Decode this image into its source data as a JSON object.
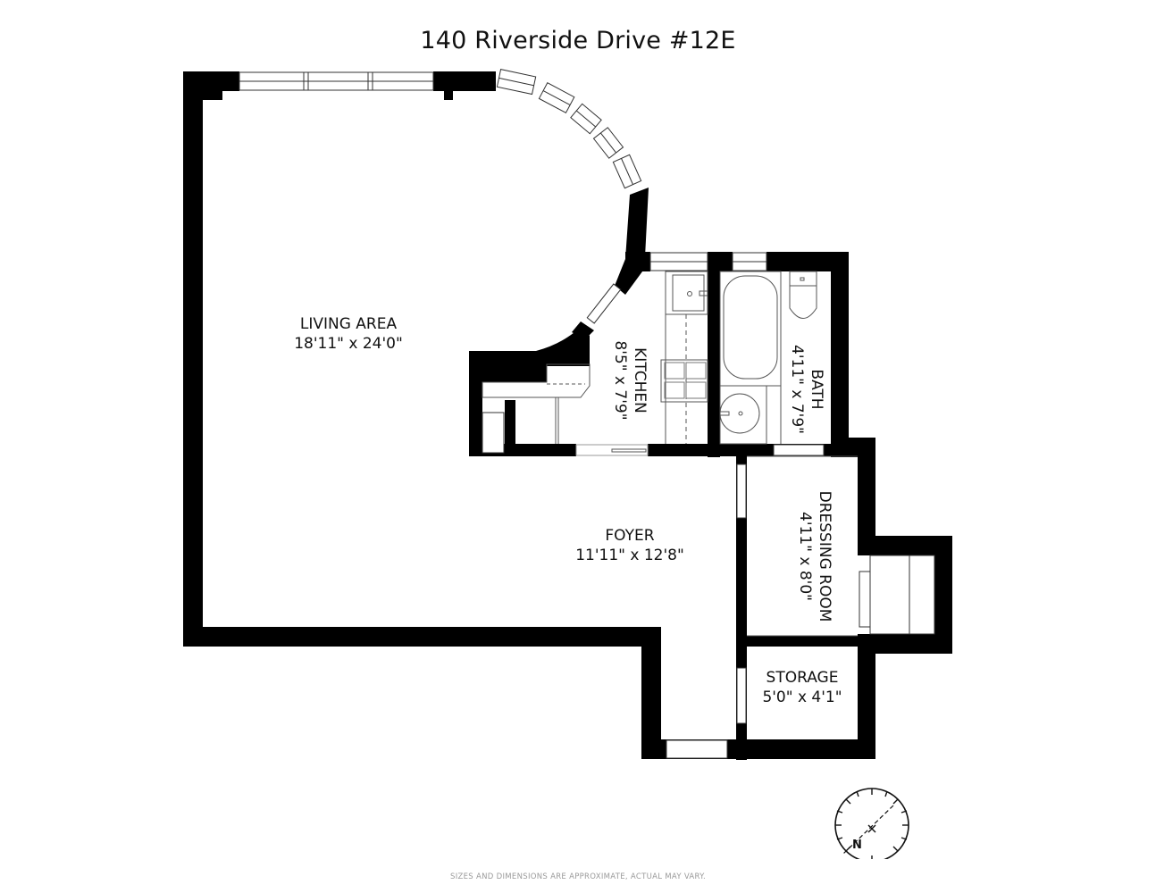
{
  "title": "140 Riverside Drive #12E",
  "rooms": [
    {
      "id": "living-area",
      "name": "LIVING AREA",
      "dims": "18'11\" x 24'0\""
    },
    {
      "id": "kitchen",
      "name": "KITCHEN",
      "dims": "8'5\" x 7'9\""
    },
    {
      "id": "bath",
      "name": "BATH",
      "dims": "4'11\" x 7'9\""
    },
    {
      "id": "foyer",
      "name": "FOYER",
      "dims": "11'11\" x 12'8\""
    },
    {
      "id": "dressing-room",
      "name": "DRESSING ROOM",
      "dims": "4'11\" x 8'0\""
    },
    {
      "id": "storage",
      "name": "STORAGE",
      "dims": "5'0\" x 4'1\""
    }
  ],
  "compass": {
    "label": "N"
  },
  "disclaimer": "SIZES AND DIMENSIONS ARE APPROXIMATE, ACTUAL MAY VARY.",
  "colors": {
    "wall": "#000000",
    "background": "#ffffff",
    "line": "#555555",
    "disclaimer": "#9a9a9a"
  }
}
